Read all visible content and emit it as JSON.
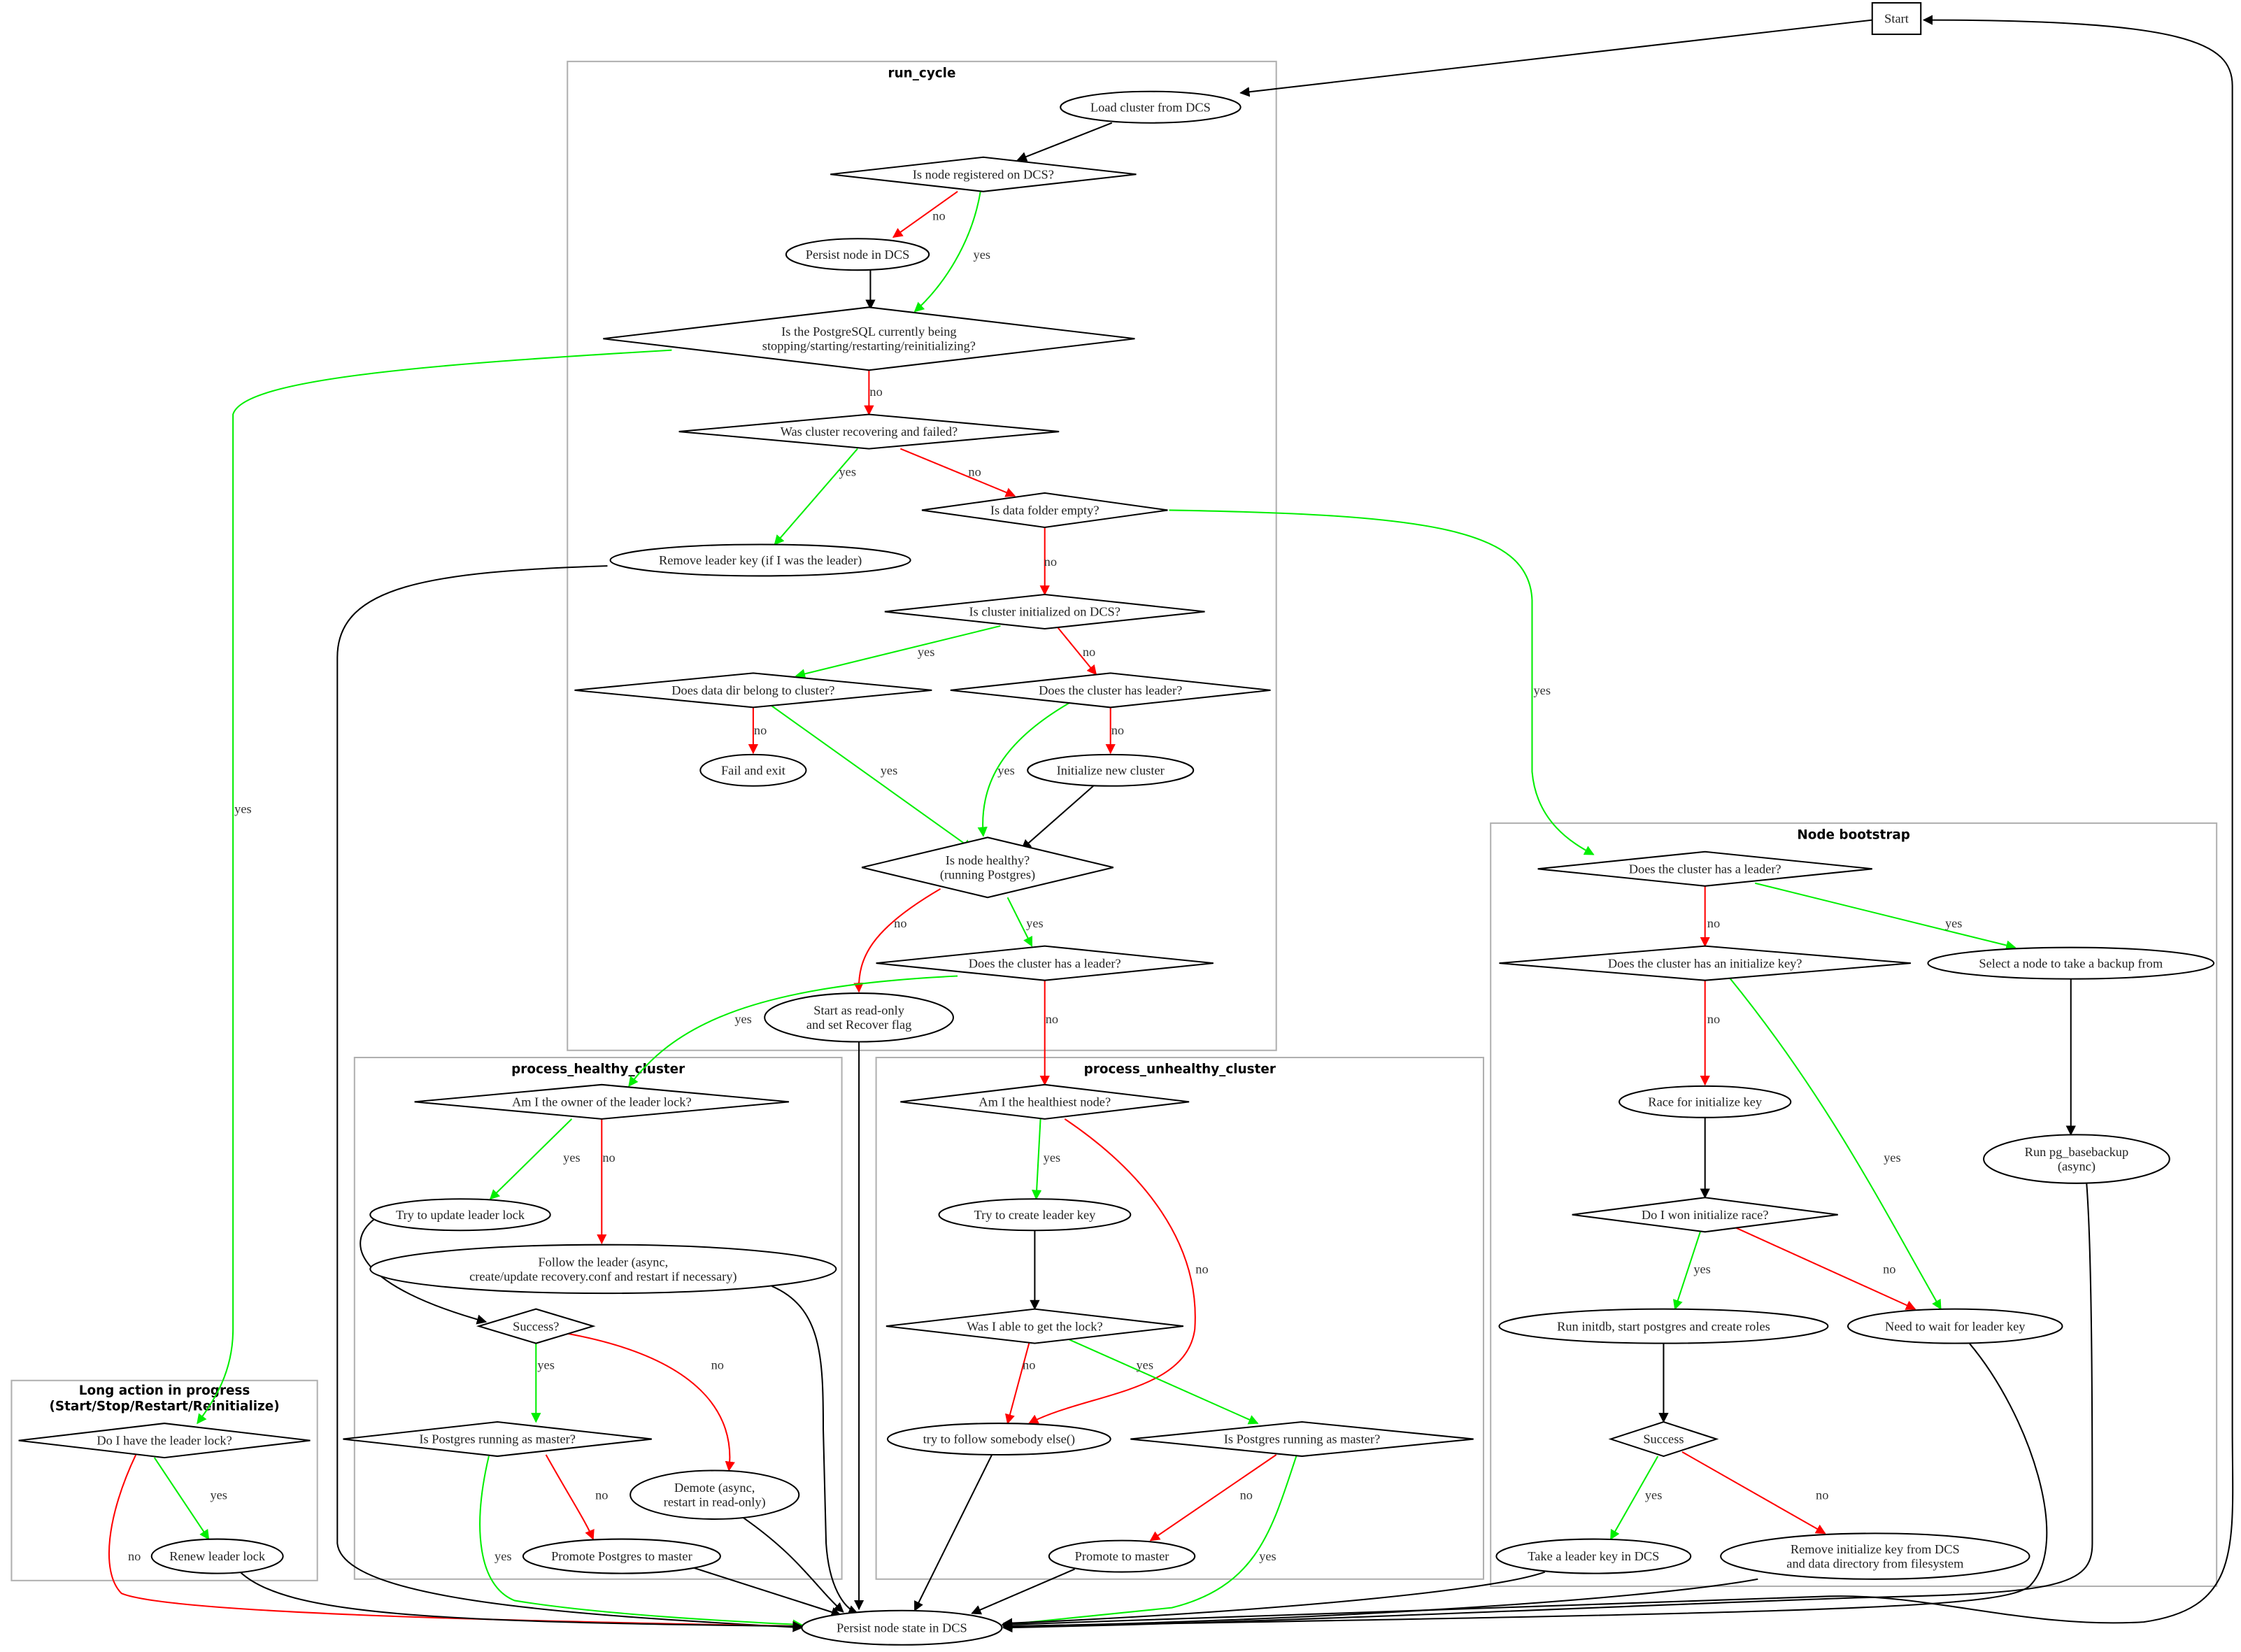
{
  "clusters": [
    {
      "id": "run_cycle",
      "lines": [
        "run_cycle"
      ]
    },
    {
      "id": "bootstrap",
      "lines": [
        "Node bootstrap"
      ]
    },
    {
      "id": "healthy",
      "lines": [
        "process_healthy_cluster"
      ]
    },
    {
      "id": "unhealthy",
      "lines": [
        "process_unhealthy_cluster"
      ]
    },
    {
      "id": "long",
      "lines": [
        "Long action in progress",
        "(Start/Stop/Restart/Reinitialize)"
      ]
    }
  ],
  "colors": {
    "yes": "#00ee00",
    "no": "#ff0000",
    "plain": "#000000",
    "start_fill": "#00ff00",
    "fail_fill": "#ff0000"
  },
  "nodes": [
    {
      "id": "start",
      "shape": "box",
      "lines": [
        "Start"
      ],
      "fill": "#00ff00"
    },
    {
      "id": "n1",
      "shape": "ellipse",
      "lines": [
        "Load cluster from DCS"
      ]
    },
    {
      "id": "n2",
      "shape": "diamond",
      "lines": [
        "Is node registered on DCS?"
      ]
    },
    {
      "id": "n3",
      "shape": "ellipse",
      "lines": [
        "Persist node in DCS"
      ]
    },
    {
      "id": "n4",
      "shape": "diamond",
      "lines": [
        "Is the PostgreSQL currently being",
        "stopping/starting/restarting/reinitializing?"
      ]
    },
    {
      "id": "n5",
      "shape": "diamond",
      "lines": [
        "Was cluster recovering and failed?"
      ]
    },
    {
      "id": "n6",
      "shape": "diamond",
      "lines": [
        "Is data folder empty?"
      ]
    },
    {
      "id": "n7",
      "shape": "ellipse",
      "lines": [
        "Remove leader key (if I was the leader)"
      ]
    },
    {
      "id": "n8",
      "shape": "diamond",
      "lines": [
        "Is cluster initialized on DCS?"
      ]
    },
    {
      "id": "n9",
      "shape": "diamond",
      "lines": [
        "Does data dir belong to cluster?"
      ]
    },
    {
      "id": "n10",
      "shape": "diamond",
      "lines": [
        "Does the cluster has leader?"
      ]
    },
    {
      "id": "n11",
      "shape": "ellipse",
      "lines": [
        "Fail and exit"
      ],
      "fill": "#ff0000"
    },
    {
      "id": "n12",
      "shape": "ellipse",
      "lines": [
        "Initialize new cluster"
      ]
    },
    {
      "id": "n13",
      "shape": "diamond",
      "lines": [
        "Is node healthy?",
        "(running Postgres)"
      ]
    },
    {
      "id": "n14",
      "shape": "diamond",
      "lines": [
        "Does the cluster has a leader?"
      ]
    },
    {
      "id": "n15",
      "shape": "ellipse",
      "lines": [
        "Start as read-only",
        "and set Recover flag"
      ]
    },
    {
      "id": "n16",
      "shape": "diamond",
      "lines": [
        "Am I the owner of the leader lock?"
      ]
    },
    {
      "id": "n17",
      "shape": "ellipse",
      "lines": [
        "Try to update leader lock"
      ]
    },
    {
      "id": "n18",
      "shape": "ellipse",
      "lines": [
        "Follow the leader (async,",
        "create/update recovery.conf and restart if necessary)"
      ]
    },
    {
      "id": "n19",
      "shape": "diamond",
      "lines": [
        "Success?"
      ]
    },
    {
      "id": "n20",
      "shape": "diamond",
      "lines": [
        "Is Postgres running as master?"
      ]
    },
    {
      "id": "n21",
      "shape": "ellipse",
      "lines": [
        "Demote (async,",
        "restart in read-only)"
      ]
    },
    {
      "id": "n22",
      "shape": "ellipse",
      "lines": [
        "Promote Postgres to master"
      ]
    },
    {
      "id": "n23",
      "shape": "diamond",
      "lines": [
        "Am I the healthiest node?"
      ]
    },
    {
      "id": "n24",
      "shape": "ellipse",
      "lines": [
        "Try to create leader key"
      ]
    },
    {
      "id": "n25",
      "shape": "diamond",
      "lines": [
        "Was I able to get the lock?"
      ]
    },
    {
      "id": "n26",
      "shape": "ellipse",
      "lines": [
        "try to follow somebody else()"
      ]
    },
    {
      "id": "n27",
      "shape": "diamond",
      "lines": [
        "Is Postgres running as master?"
      ]
    },
    {
      "id": "n28",
      "shape": "ellipse",
      "lines": [
        "Promote to master"
      ]
    },
    {
      "id": "n29",
      "shape": "diamond",
      "lines": [
        "Does the cluster has a leader?"
      ]
    },
    {
      "id": "n30",
      "shape": "diamond",
      "lines": [
        "Does the cluster has an initialize key?"
      ]
    },
    {
      "id": "n31",
      "shape": "ellipse",
      "lines": [
        "Select a node to take a backup from"
      ]
    },
    {
      "id": "n32",
      "shape": "ellipse",
      "lines": [
        "Race for initialize key"
      ]
    },
    {
      "id": "n33",
      "shape": "ellipse",
      "lines": [
        "Run pg_basebackup",
        "(async)"
      ]
    },
    {
      "id": "n34",
      "shape": "diamond",
      "lines": [
        "Do I won initialize race?"
      ]
    },
    {
      "id": "n35",
      "shape": "ellipse",
      "lines": [
        "Run initdb, start postgres and create roles"
      ]
    },
    {
      "id": "n36",
      "shape": "ellipse",
      "lines": [
        "Need to wait for leader key"
      ]
    },
    {
      "id": "n37",
      "shape": "diamond",
      "lines": [
        "Success"
      ]
    },
    {
      "id": "n38",
      "shape": "ellipse",
      "lines": [
        "Take a leader key in DCS"
      ]
    },
    {
      "id": "n39",
      "shape": "ellipse",
      "lines": [
        "Remove initialize key from DCS",
        "and data directory from filesystem"
      ]
    },
    {
      "id": "n40",
      "shape": "diamond",
      "lines": [
        "Do I have the leader lock?"
      ]
    },
    {
      "id": "n41",
      "shape": "ellipse",
      "lines": [
        "Renew leader lock"
      ]
    },
    {
      "id": "sink",
      "shape": "ellipse",
      "lines": [
        "Persist node state in DCS"
      ]
    }
  ],
  "edges": [
    {
      "from": "start",
      "to": "n1",
      "label": "",
      "color": "plain"
    },
    {
      "from": "n1",
      "to": "n2",
      "label": "",
      "color": "plain"
    },
    {
      "from": "n2",
      "to": "n3",
      "label": "no",
      "color": "no"
    },
    {
      "from": "n2",
      "to": "n4",
      "label": "yes",
      "color": "yes"
    },
    {
      "from": "n3",
      "to": "n4",
      "label": "",
      "color": "plain"
    },
    {
      "from": "n4",
      "to": "n40",
      "label": "yes",
      "color": "yes"
    },
    {
      "from": "n4",
      "to": "n5",
      "label": "no",
      "color": "no"
    },
    {
      "from": "n5",
      "to": "n7",
      "label": "yes",
      "color": "yes"
    },
    {
      "from": "n5",
      "to": "n6",
      "label": "no",
      "color": "no"
    },
    {
      "from": "n6",
      "to": "n29",
      "label": "yes",
      "color": "yes"
    },
    {
      "from": "n6",
      "to": "n8",
      "label": "no",
      "color": "no"
    },
    {
      "from": "n7",
      "to": "sink",
      "label": "",
      "color": "plain"
    },
    {
      "from": "n8",
      "to": "n9",
      "label": "yes",
      "color": "yes"
    },
    {
      "from": "n8",
      "to": "n10",
      "label": "no",
      "color": "no"
    },
    {
      "from": "n9",
      "to": "n11",
      "label": "no",
      "color": "no"
    },
    {
      "from": "n9",
      "to": "n13",
      "label": "yes",
      "color": "yes"
    },
    {
      "from": "n10",
      "to": "n13",
      "label": "yes",
      "color": "yes"
    },
    {
      "from": "n10",
      "to": "n12",
      "label": "no",
      "color": "no"
    },
    {
      "from": "n12",
      "to": "n13",
      "label": "",
      "color": "plain"
    },
    {
      "from": "n13",
      "to": "n15",
      "label": "no",
      "color": "no"
    },
    {
      "from": "n13",
      "to": "n14",
      "label": "yes",
      "color": "yes"
    },
    {
      "from": "n14",
      "to": "n16",
      "label": "yes",
      "color": "yes"
    },
    {
      "from": "n14",
      "to": "n23",
      "label": "no",
      "color": "no"
    },
    {
      "from": "n15",
      "to": "sink",
      "label": "",
      "color": "plain"
    },
    {
      "from": "n16",
      "to": "n17",
      "label": "yes",
      "color": "yes"
    },
    {
      "from": "n16",
      "to": "n18",
      "label": "no",
      "color": "no"
    },
    {
      "from": "n17",
      "to": "n19",
      "label": "",
      "color": "plain"
    },
    {
      "from": "n18",
      "to": "sink",
      "label": "",
      "color": "plain"
    },
    {
      "from": "n19",
      "to": "n20",
      "label": "yes",
      "color": "yes"
    },
    {
      "from": "n19",
      "to": "n21",
      "label": "no",
      "color": "no"
    },
    {
      "from": "n20",
      "to": "sink",
      "label": "yes",
      "color": "yes"
    },
    {
      "from": "n20",
      "to": "n22",
      "label": "no",
      "color": "no"
    },
    {
      "from": "n21",
      "to": "sink",
      "label": "",
      "color": "plain"
    },
    {
      "from": "n22",
      "to": "sink",
      "label": "",
      "color": "plain"
    },
    {
      "from": "n40",
      "to": "n41",
      "label": "yes",
      "color": "yes"
    },
    {
      "from": "n40",
      "to": "sink",
      "label": "no",
      "color": "no"
    },
    {
      "from": "n41",
      "to": "sink",
      "label": "",
      "color": "plain"
    },
    {
      "from": "n23",
      "to": "n24",
      "label": "yes",
      "color": "yes"
    },
    {
      "from": "n23",
      "to": "n26",
      "label": "no",
      "color": "no"
    },
    {
      "from": "n24",
      "to": "n25",
      "label": "",
      "color": "plain"
    },
    {
      "from": "n25",
      "to": "n26",
      "label": "no",
      "color": "no"
    },
    {
      "from": "n25",
      "to": "n27",
      "label": "yes",
      "color": "yes"
    },
    {
      "from": "n26",
      "to": "sink",
      "label": "",
      "color": "plain"
    },
    {
      "from": "n27",
      "to": "n28",
      "label": "no",
      "color": "no"
    },
    {
      "from": "n27",
      "to": "sink",
      "label": "yes",
      "color": "yes"
    },
    {
      "from": "n28",
      "to": "sink",
      "label": "",
      "color": "plain"
    },
    {
      "from": "n29",
      "to": "n30",
      "label": "no",
      "color": "no"
    },
    {
      "from": "n29",
      "to": "n31",
      "label": "yes",
      "color": "yes"
    },
    {
      "from": "n30",
      "to": "n32",
      "label": "no",
      "color": "no"
    },
    {
      "from": "n30",
      "to": "n36",
      "label": "yes",
      "color": "yes"
    },
    {
      "from": "n31",
      "to": "n33",
      "label": "",
      "color": "plain"
    },
    {
      "from": "n32",
      "to": "n34",
      "label": "",
      "color": "plain"
    },
    {
      "from": "n34",
      "to": "n35",
      "label": "yes",
      "color": "yes"
    },
    {
      "from": "n34",
      "to": "n36",
      "label": "no",
      "color": "no"
    },
    {
      "from": "n33",
      "to": "sink",
      "label": "",
      "color": "plain"
    },
    {
      "from": "n35",
      "to": "n37",
      "label": "",
      "color": "plain"
    },
    {
      "from": "n36",
      "to": "sink",
      "label": "",
      "color": "plain"
    },
    {
      "from": "n37",
      "to": "n38",
      "label": "yes",
      "color": "yes"
    },
    {
      "from": "n37",
      "to": "n39",
      "label": "no",
      "color": "no"
    },
    {
      "from": "n38",
      "to": "sink",
      "label": "",
      "color": "plain"
    },
    {
      "from": "n39",
      "to": "sink",
      "label": "",
      "color": "plain"
    },
    {
      "from": "sink",
      "to": "start",
      "label": "",
      "color": "plain"
    }
  ]
}
